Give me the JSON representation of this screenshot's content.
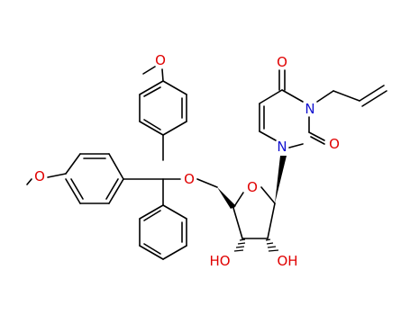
{
  "molecule": {
    "atom_labels": {
      "o_methoxy_top": "O",
      "o_methoxy_left": "O",
      "o_ether": "O",
      "o_ring": "O",
      "o_carbonyl_top": "O",
      "o_carbonyl_right": "O",
      "n_3": "N",
      "n_1": "N",
      "oh_3prime": "HO",
      "oh_2prime": "OH"
    },
    "colors": {
      "bond": "#000000",
      "oxygen": "#e00000",
      "nitrogen": "#1010d0"
    }
  }
}
